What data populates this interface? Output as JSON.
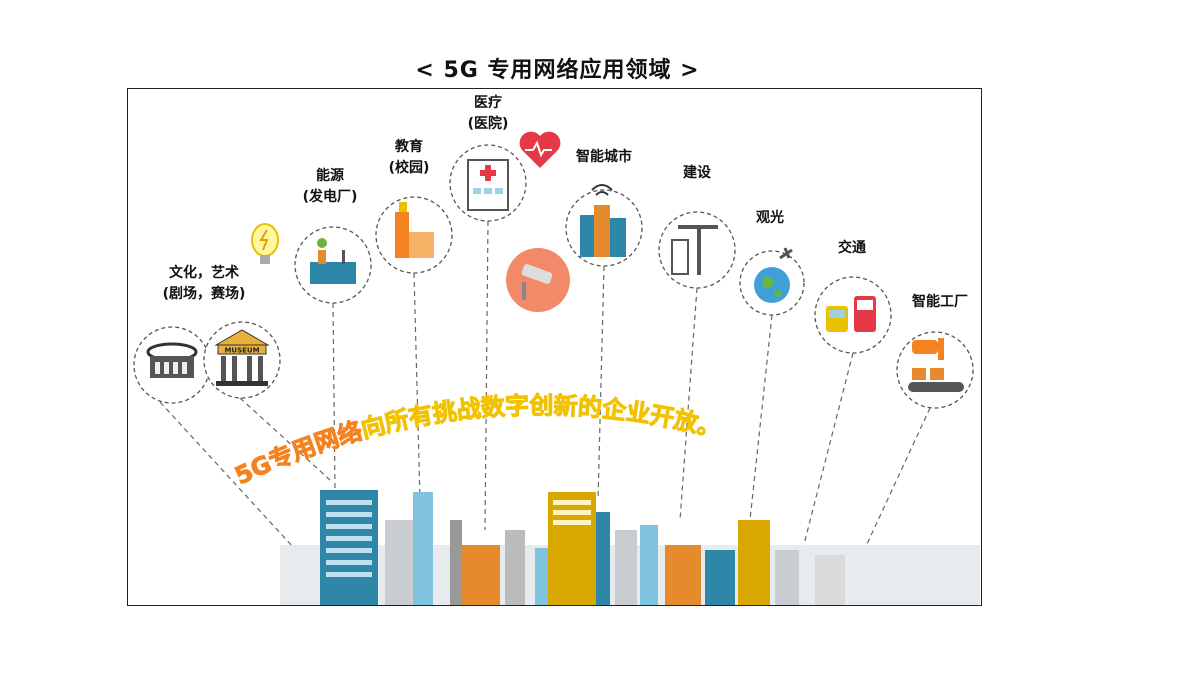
{
  "title": "< 5G 专用网络应用领域 >",
  "domains": [
    {
      "key": "culture",
      "lines": [
        "文化，艺术",
        "(剧场，赛场)"
      ]
    },
    {
      "key": "energy",
      "lines": [
        "能源",
        "(发电厂)"
      ]
    },
    {
      "key": "education",
      "lines": [
        "教育",
        "(校园)"
      ]
    },
    {
      "key": "medical",
      "lines": [
        "医疗",
        "(医院)"
      ]
    },
    {
      "key": "smart-city",
      "lines": [
        "智能城市"
      ]
    },
    {
      "key": "construction",
      "lines": [
        "建设"
      ]
    },
    {
      "key": "tourism",
      "lines": [
        "观光"
      ]
    },
    {
      "key": "transport",
      "lines": [
        "交通"
      ]
    },
    {
      "key": "factory",
      "lines": [
        "智能工厂"
      ]
    }
  ],
  "museum_sign": "MUSEUM",
  "slogan": {
    "highlight": "5G专用网络",
    "rest": "向所有挑战数字创新的企业开放。"
  },
  "colors": {
    "orange": "#f58220",
    "yellow": "#ffe680",
    "teal": "#2e86a8",
    "gold": "#d9a800"
  }
}
